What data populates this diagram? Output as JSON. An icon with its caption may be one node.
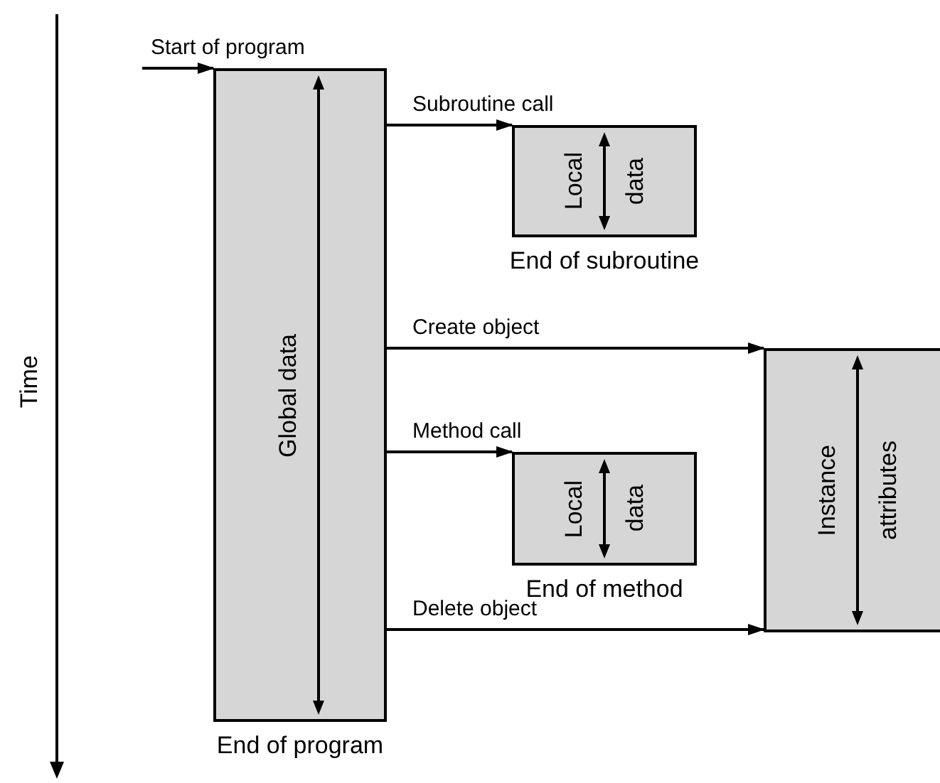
{
  "diagram": {
    "nodes": [
      {
        "text": [
          "Global data"
        ],
        "beside": [
          "End of program"
        ]
      },
      {
        "text": [
          "Local",
          "data"
        ],
        "beside": [
          "End of subroutine"
        ]
      },
      {
        "text": [
          "Instance",
          "attributes"
        ]
      },
      {
        "text": [
          "Local",
          "data"
        ],
        "beside": [
          "End of method"
        ]
      }
    ],
    "edges": [
      {
        "from": null,
        "to": 0,
        "arrow": "to",
        "label": "Start of program"
      },
      {
        "from": 0,
        "to": 1,
        "arrow": "to",
        "label": "Subroutine call"
      },
      {
        "from": 0,
        "to": 2,
        "arrow": "to",
        "label": "Create object"
      },
      {
        "from": 0,
        "to": 3,
        "arrow": "to",
        "label": "Method call"
      },
      {
        "from": 0,
        "to": 2,
        "arrow": "to",
        "label": "Delete object"
      }
    ],
    "labels": [
      "Time"
    ]
  }
}
